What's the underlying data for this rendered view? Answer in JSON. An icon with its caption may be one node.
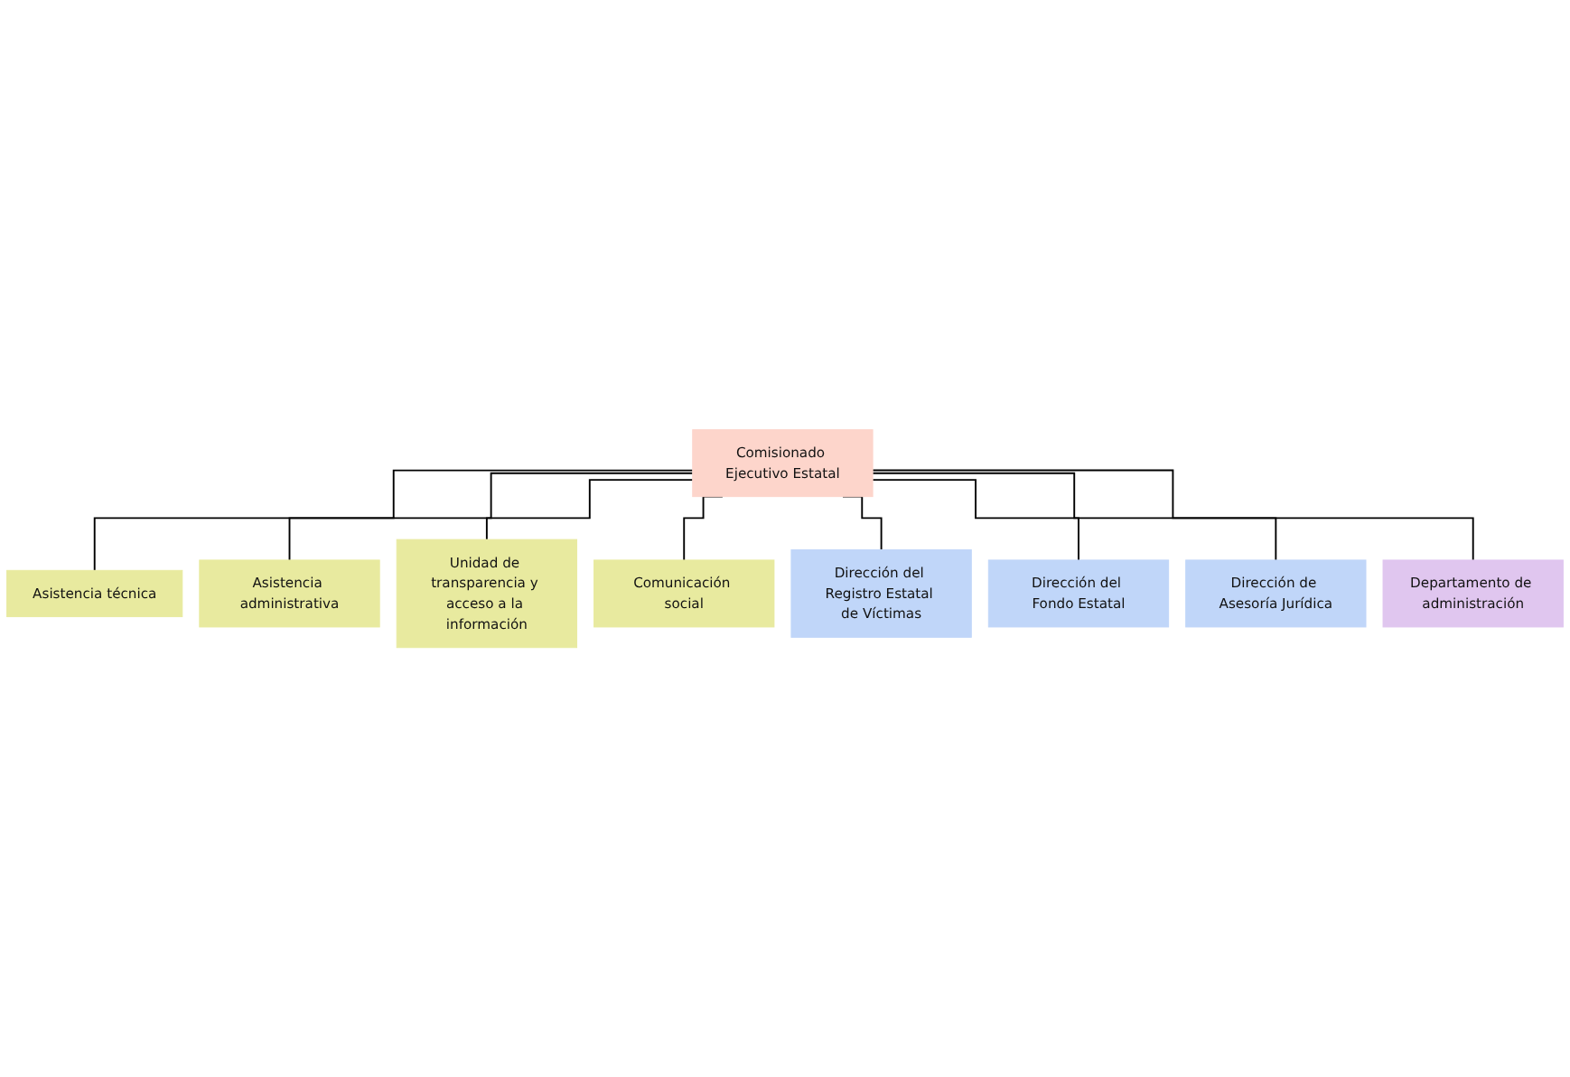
{
  "diagram": {
    "nodes": [
      {
        "text": [
          "Comisionado Ejecutivo Estatal"
        ]
      },
      {
        "text": [
          "Asistencia técnica"
        ]
      },
      {
        "text": [
          "Asistencia administrativa"
        ]
      },
      {
        "text": [
          "Unidad de transparencia y acceso a la información"
        ]
      },
      {
        "text": [
          "Comunicación social"
        ]
      },
      {
        "text": [
          "Dirección del Registro Estatal de Víctimas"
        ]
      },
      {
        "text": [
          "Dirección del Fondo Estatal"
        ]
      },
      {
        "text": [
          "Dirección de Asesoría Jurídica"
        ]
      },
      {
        "text": [
          "Departamento de administración"
        ]
      }
    ],
    "edges": [
      {
        "from": 0,
        "to": 1,
        "arrow": "none"
      },
      {
        "from": 0,
        "to": 2,
        "arrow": "none"
      },
      {
        "from": 0,
        "to": 3,
        "arrow": "none"
      },
      {
        "from": 0,
        "to": 4,
        "arrow": "none"
      },
      {
        "from": 0,
        "to": 5,
        "arrow": "none"
      },
      {
        "from": 0,
        "to": 6,
        "arrow": "none"
      },
      {
        "from": 0,
        "to": 7,
        "arrow": "none"
      },
      {
        "from": 0,
        "to": 8,
        "arrow": "none"
      }
    ]
  }
}
